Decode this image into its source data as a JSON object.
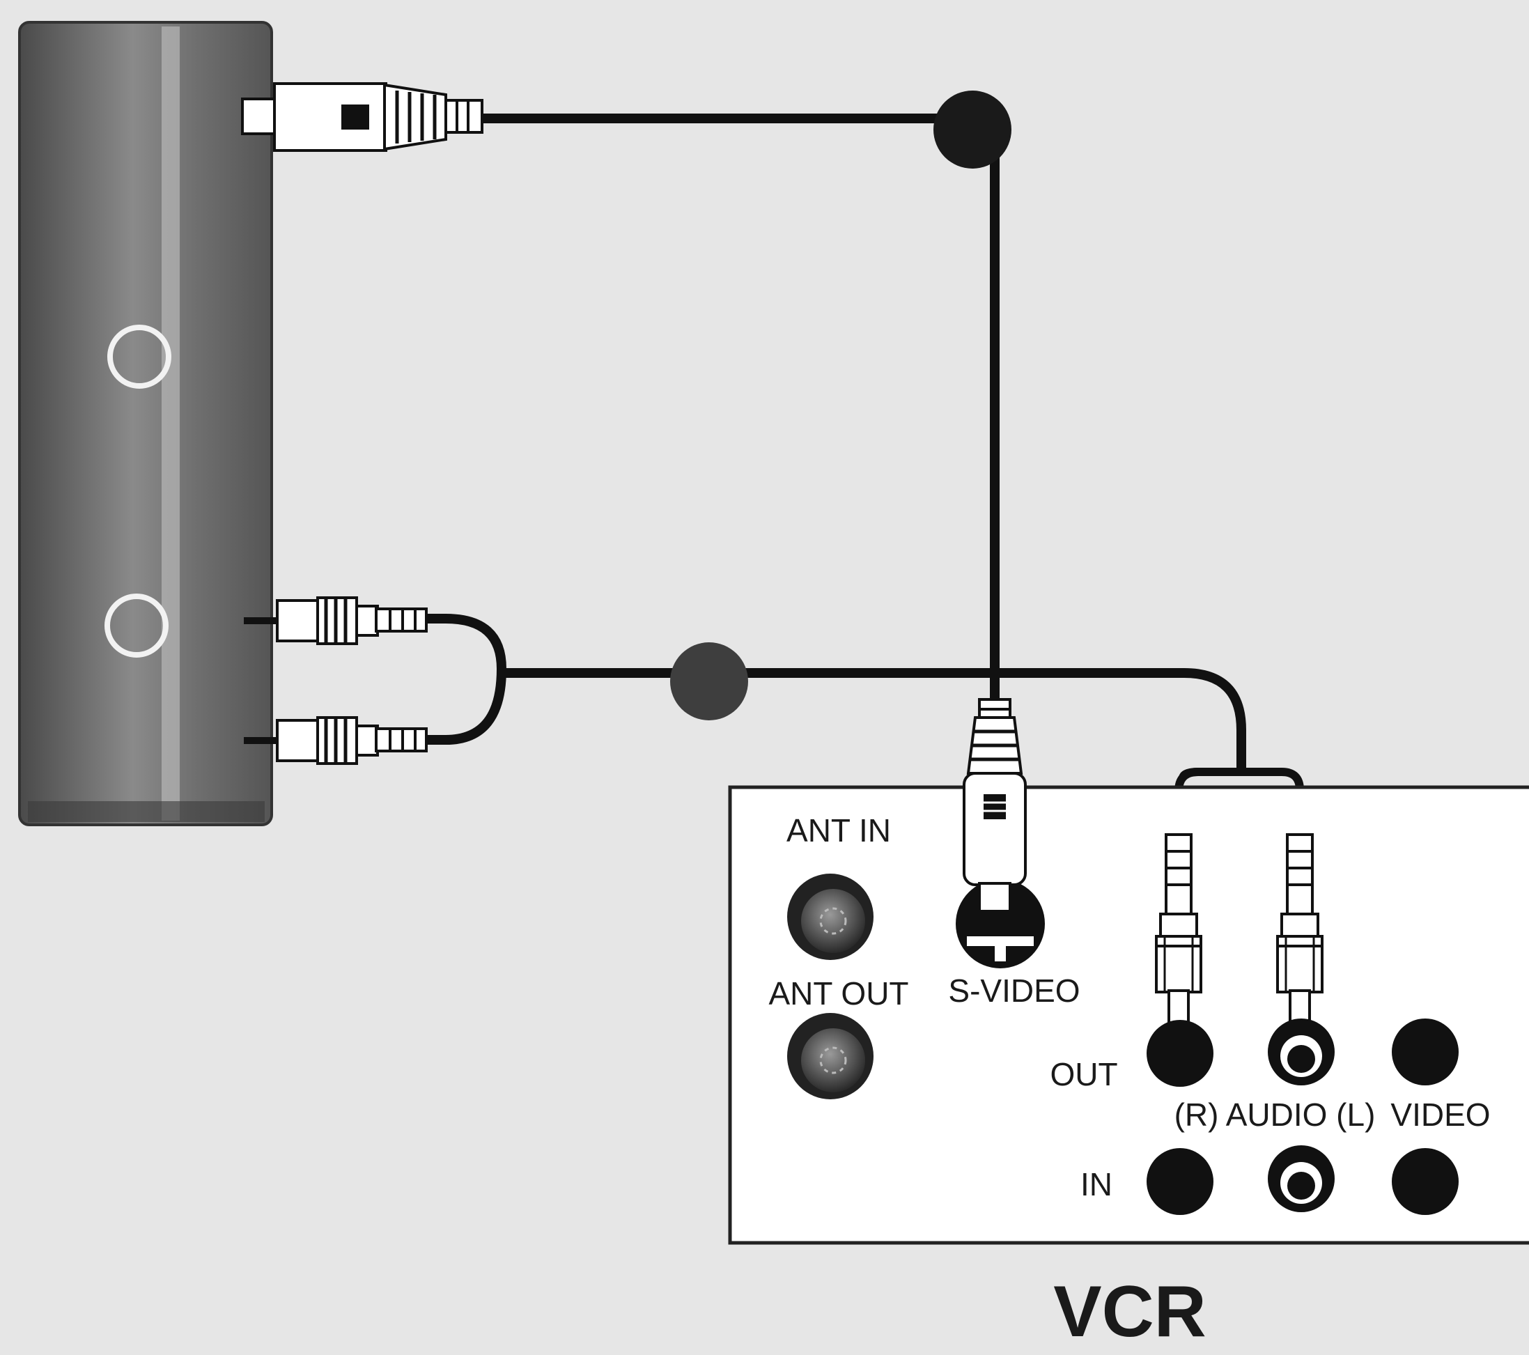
{
  "device_title": "VCR",
  "vcr_panel": {
    "ant_in": "ANT IN",
    "ant_out": "ANT OUT",
    "s_video": "S-VIDEO",
    "out": "OUT",
    "in": "IN",
    "audio": "(R) AUDIO (L)",
    "video": "VIDEO"
  },
  "colors": {
    "background": "#e6e6e6",
    "cable": "#111111",
    "tv_panel": "#6a6a6a",
    "vcr_panel": "#ffffff"
  },
  "icons": {
    "tv_side_panel": "tv-side-panel-icon",
    "s_video_plug": "s-video-plug-icon",
    "rca_plug": "rca-plug-icon",
    "cable_junction": "cable-junction-icon",
    "coax_jack": "coax-jack-icon",
    "rca_jack": "rca-jack-icon"
  }
}
